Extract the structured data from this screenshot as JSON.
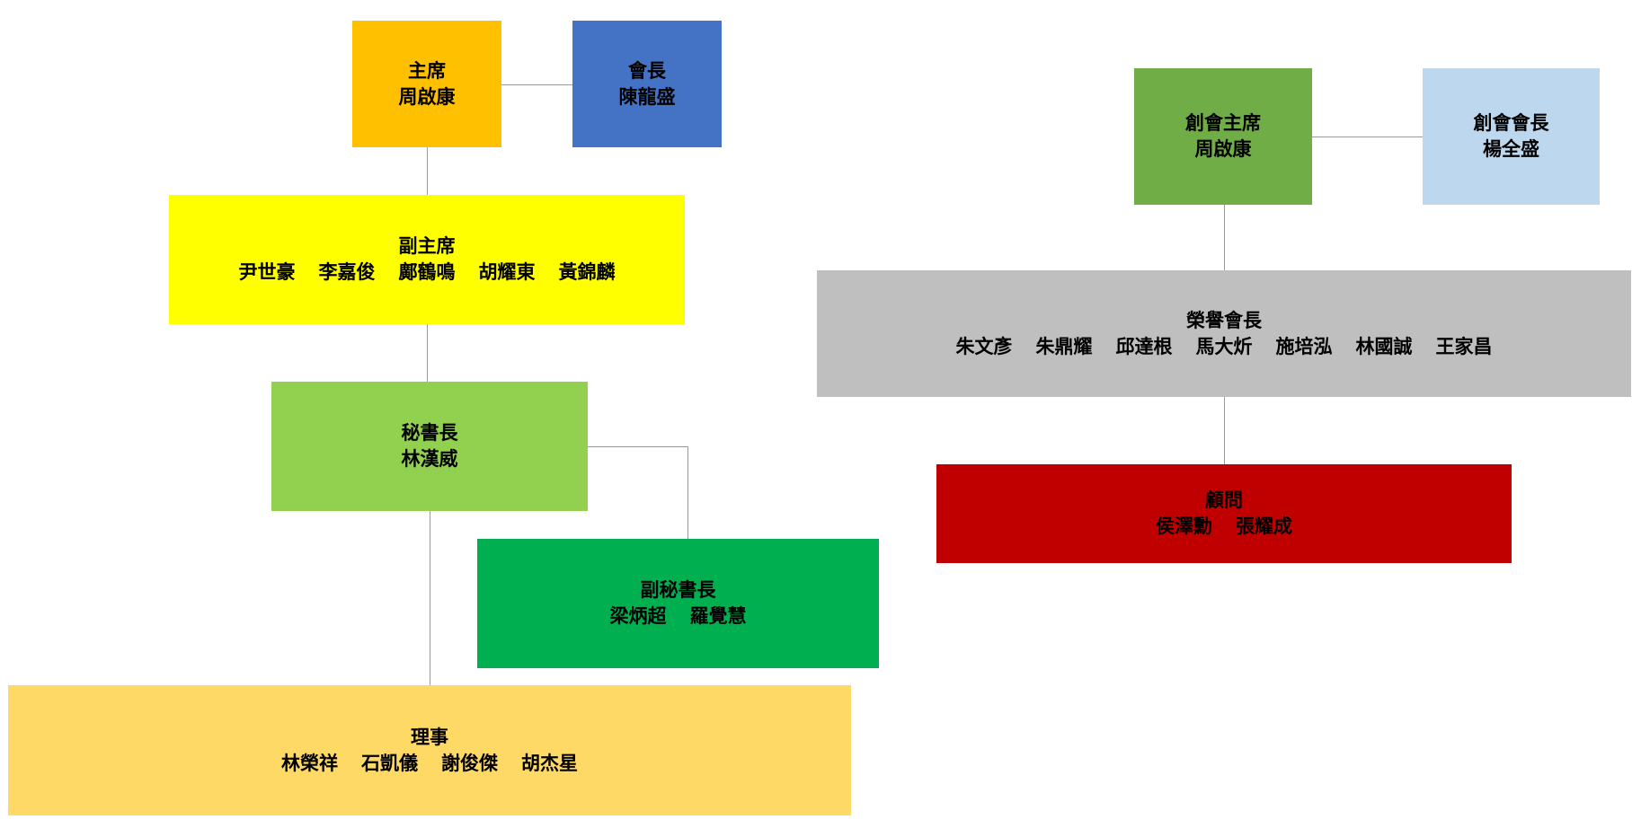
{
  "colors": {
    "chairman": "#FFC000",
    "president": "#4472C4",
    "vice_chairman": "#FFFF00",
    "secretary_general": "#92D050",
    "deputy_secretary_general": "#00B050",
    "directors": "#FFD966",
    "founding_chairman": "#70AD47",
    "founding_president": "#BDD7EE",
    "honorary_president": "#BFBFBF",
    "advisors": "#C00000",
    "connector": "#9A9A9A"
  },
  "nodes": {
    "chairman": {
      "title": "主席",
      "names": [
        "周啟康"
      ]
    },
    "president": {
      "title": "會長",
      "names": [
        "陳龍盛"
      ]
    },
    "vice_chairman": {
      "title": "副主席",
      "names": [
        "尹世豪",
        "李嘉俊",
        "鄺鶴鳴",
        "胡耀東",
        "黃錦麟"
      ]
    },
    "secretary_general": {
      "title": "秘書長",
      "names": [
        "林漢威"
      ]
    },
    "deputy_secretary_general": {
      "title": "副秘書長",
      "names": [
        "梁炳超",
        "羅覺慧"
      ]
    },
    "directors": {
      "title": "理事",
      "names": [
        "林榮祥",
        "石凱儀",
        "謝俊傑",
        "胡杰星"
      ]
    },
    "founding_chairman": {
      "title": "創會主席",
      "names": [
        "周啟康"
      ]
    },
    "founding_president": {
      "title": "創會會長",
      "names": [
        "楊全盛"
      ]
    },
    "honorary_president": {
      "title": "榮譽會長",
      "names": [
        "朱文彥",
        "朱鼎耀",
        "邱達根",
        "馬大炘",
        "施培泓",
        "林國誠",
        "王家昌"
      ]
    },
    "advisors": {
      "title": "顧問",
      "names": [
        "侯澤勳",
        "張耀成"
      ]
    }
  }
}
